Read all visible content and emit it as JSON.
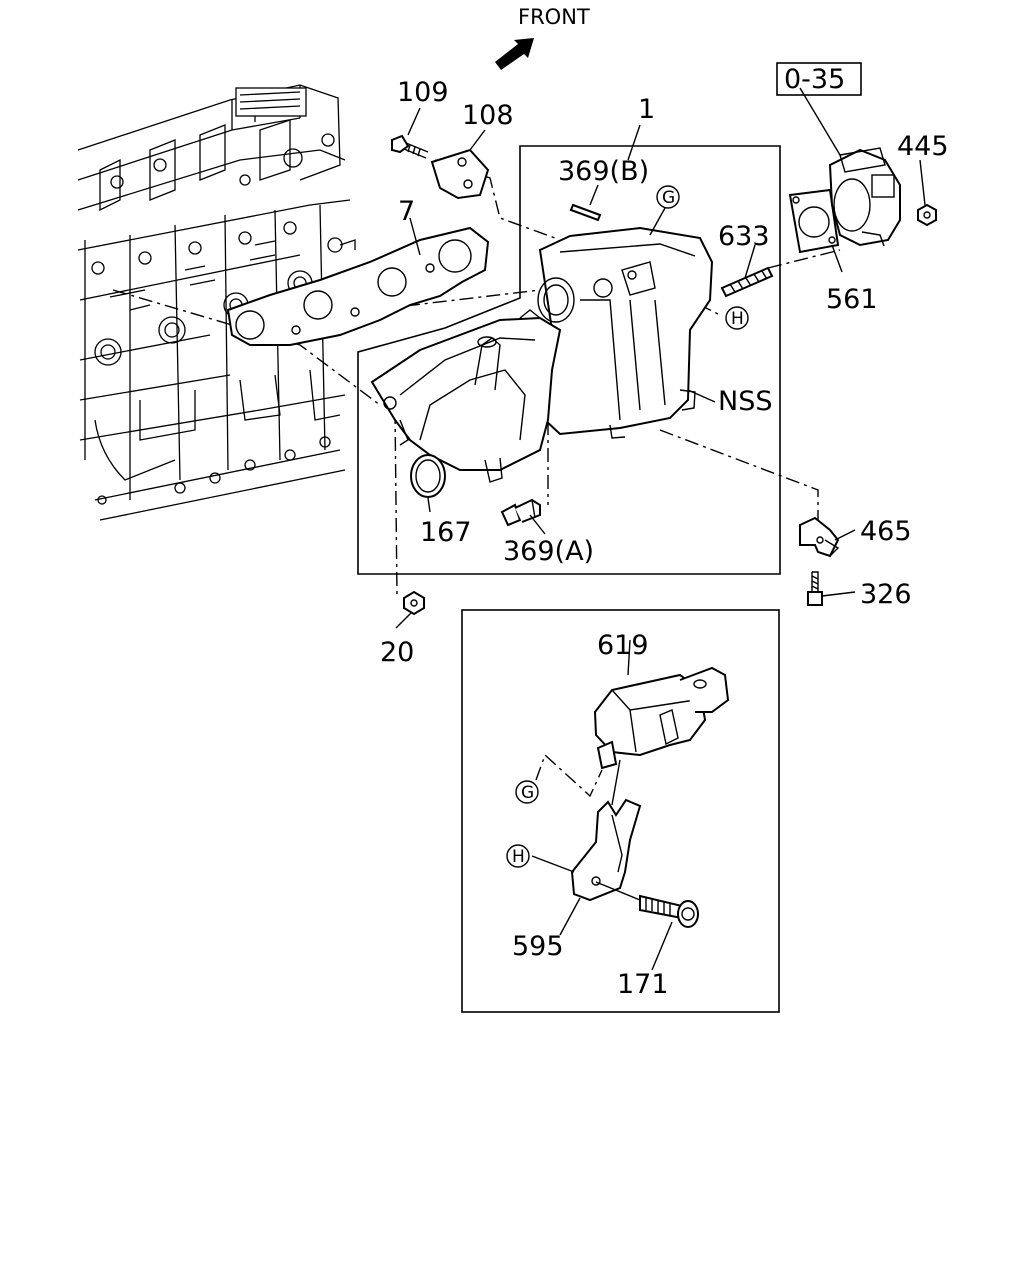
{
  "front_label": "FRONT",
  "callouts": {
    "p109": "109",
    "p108": "108",
    "p1": "1",
    "p369b": "369(B)",
    "p7": "7",
    "p633": "633",
    "p445": "445",
    "p561": "561",
    "nss": "NSS",
    "p167": "167",
    "p369a": "369(A)",
    "p465": "465",
    "p326": "326",
    "p20": "20",
    "p619": "619",
    "p595": "595",
    "p171": "171"
  },
  "reference_box": "0-35",
  "connector_refs": {
    "g_top": "G",
    "h_top": "H",
    "g_inset": "G",
    "h_inset": "H"
  }
}
